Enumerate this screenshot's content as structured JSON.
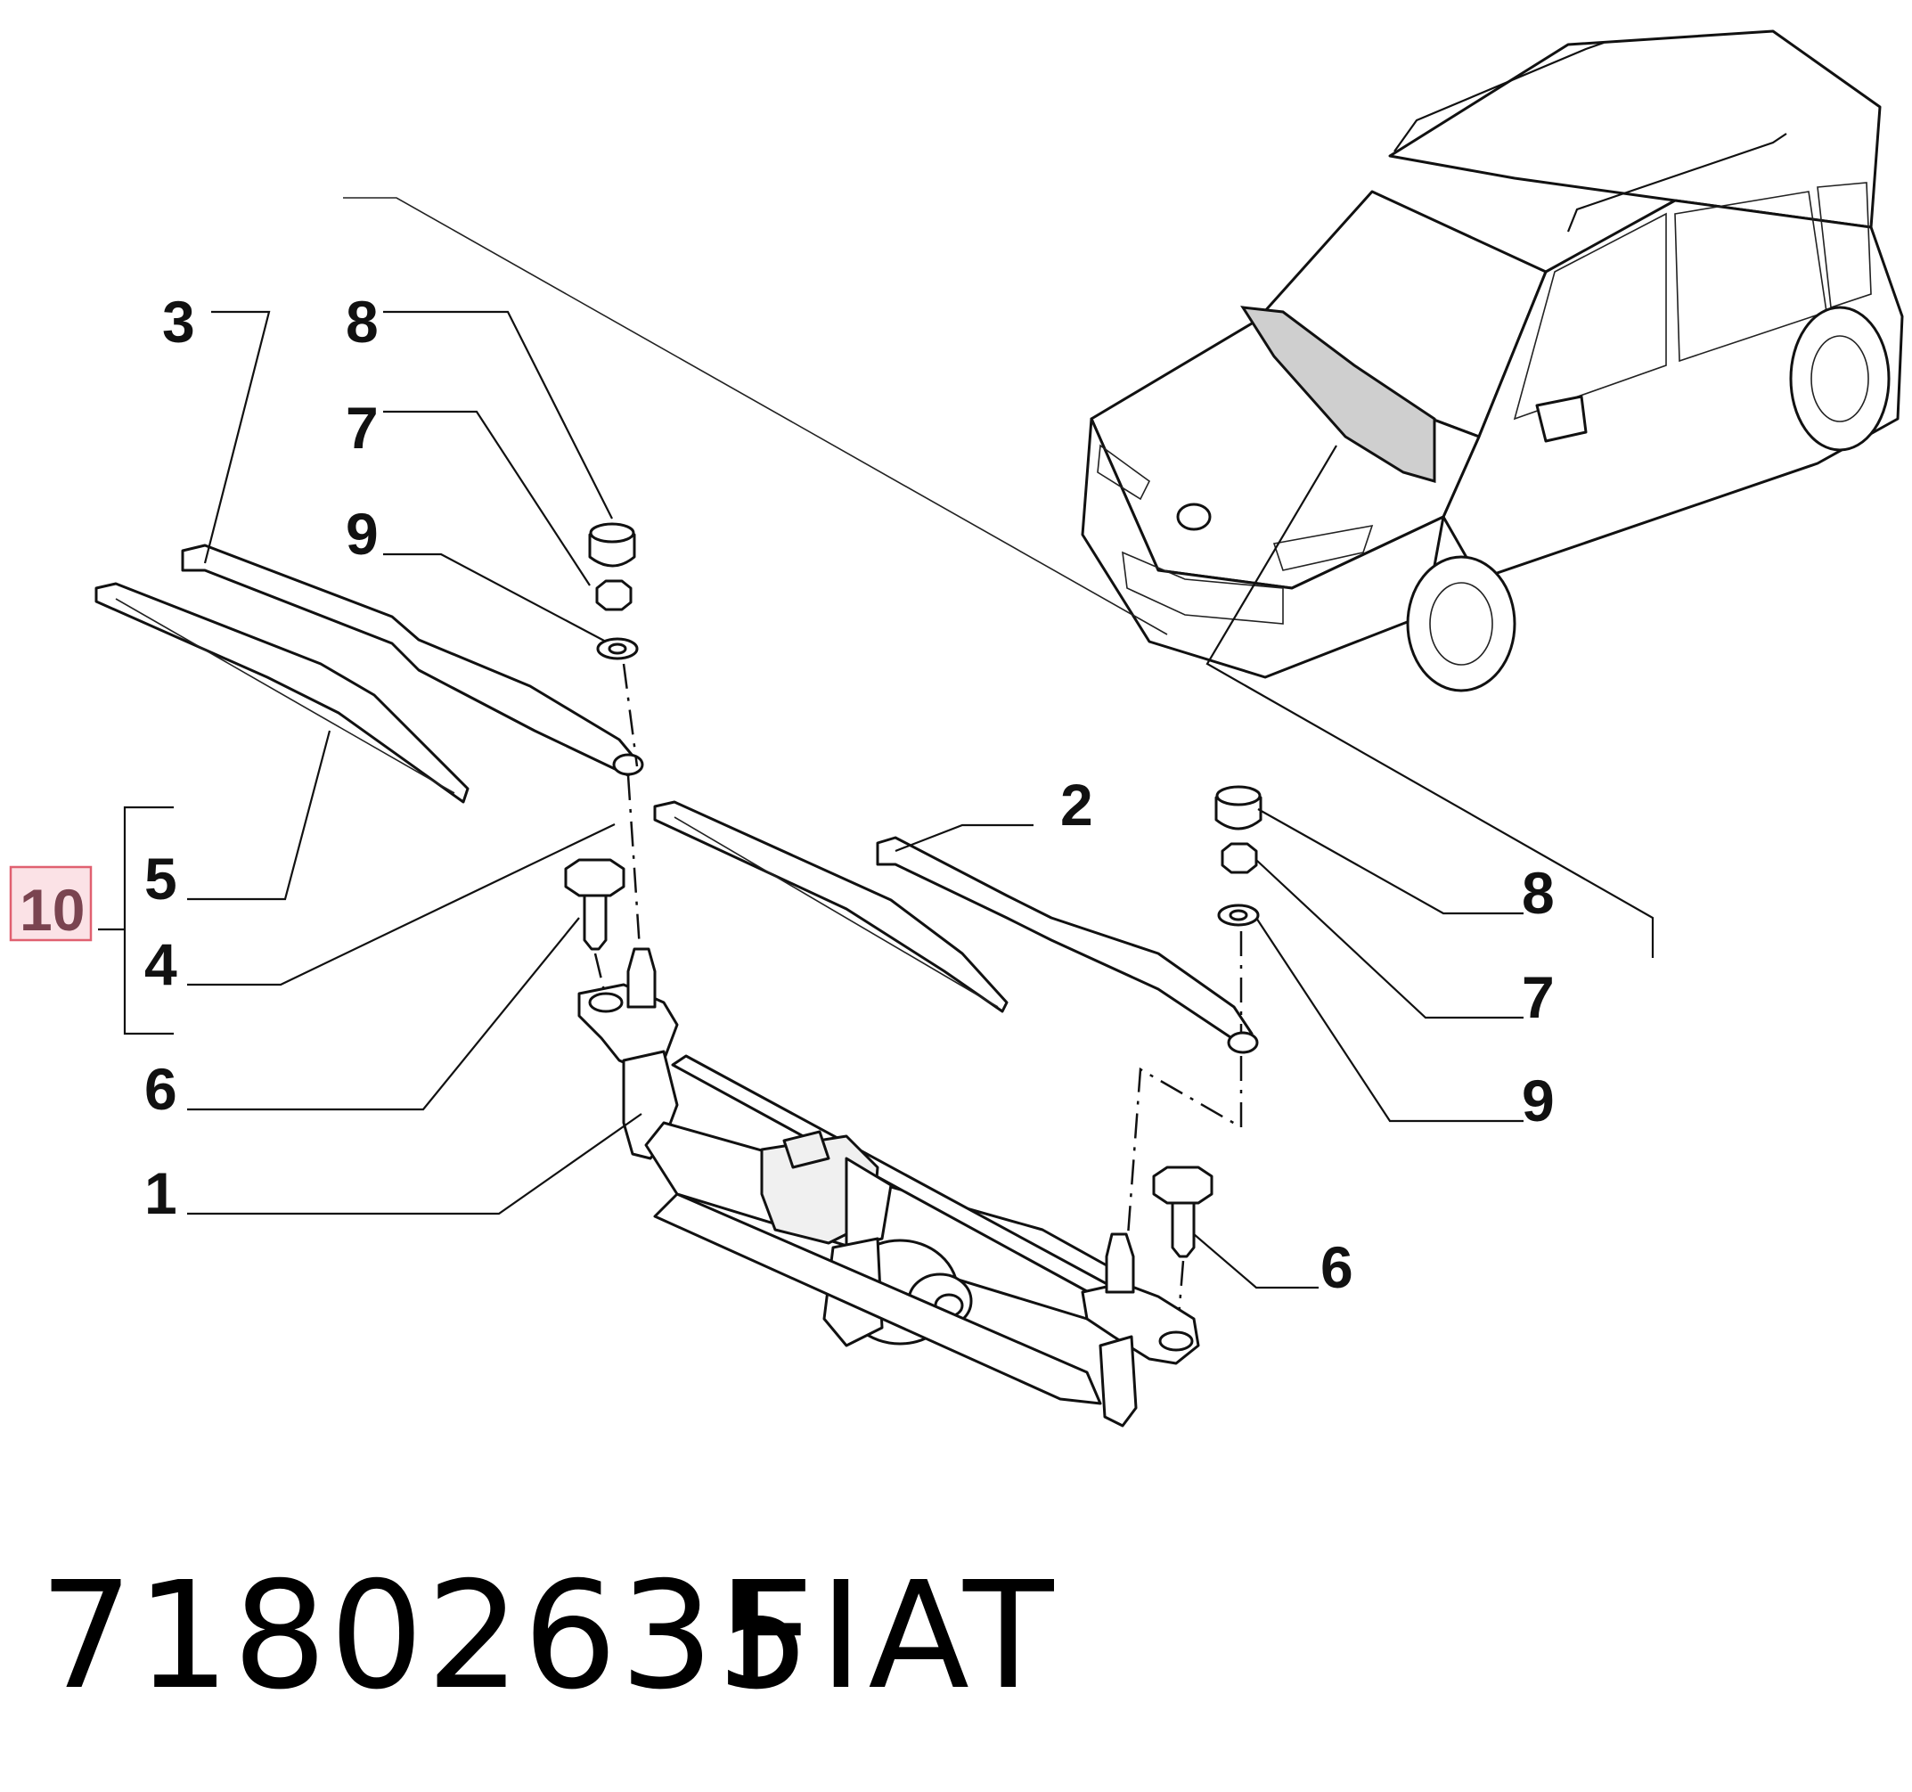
{
  "callouts": {
    "c1": "1",
    "c2": "2",
    "c3": "3",
    "c4": "4",
    "c5": "5",
    "c6_left": "6",
    "c6_right": "6",
    "c7_left": "7",
    "c7_right": "7",
    "c8_left": "8",
    "c8_right": "8",
    "c9_left": "9",
    "c9_right": "9",
    "c10": "10"
  },
  "footer": {
    "part_number": "71802635",
    "brand": "FIAT"
  },
  "colors": {
    "highlight_border": "#e06070",
    "highlight_fill": "#fbe2e6",
    "highlight_text": "#7a4450",
    "line": "#111111"
  }
}
